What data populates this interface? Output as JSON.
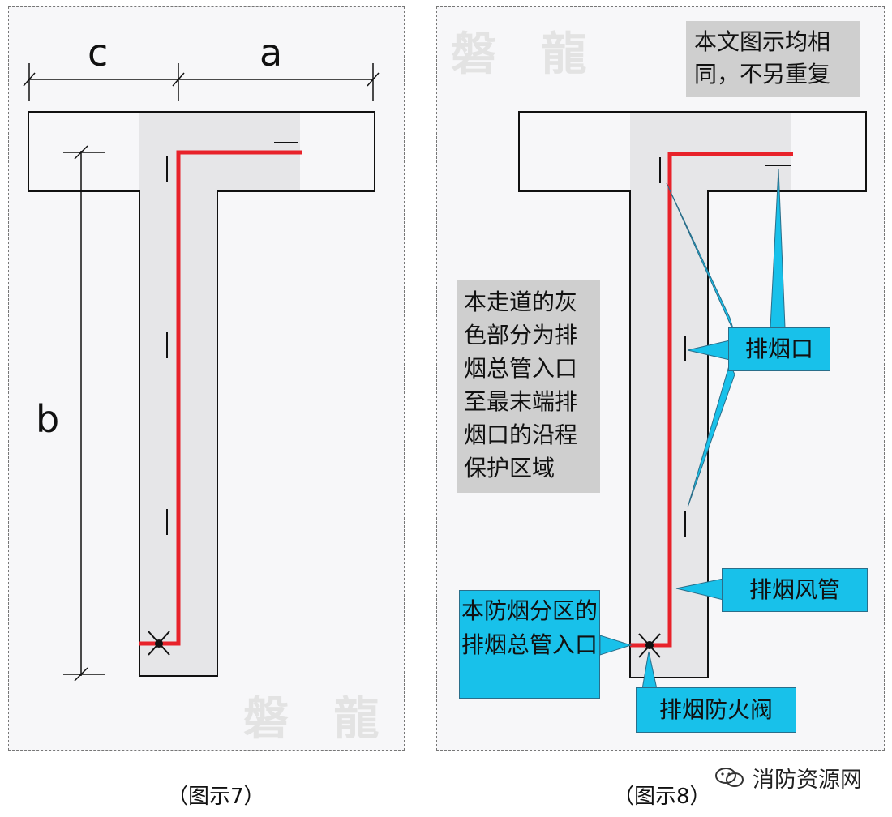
{
  "figure7": {
    "caption": "（图示7）",
    "dim_labels": {
      "c": "c",
      "a": "a",
      "b": "b"
    },
    "watermark": "磐 龍"
  },
  "figure8": {
    "caption": "（图示8）",
    "watermark": "磐 龍",
    "note_same": "本文图示均相同，不另重复",
    "note_grey": "本走道的灰色部分为排烟总管入口至最末端排烟口的沿程保护区域",
    "labels": {
      "outlet": "排烟口",
      "duct": "排烟风管",
      "main_inlet": "本防烟分区的排烟总管入口",
      "damper": "排烟防火阀"
    }
  },
  "brand": "消防资源网",
  "colors": {
    "duct_red": "#e8222a",
    "label_cyan": "#18c1ea",
    "note_gray": "#cfcfcf",
    "corridor_shade": "#e6e6e8"
  }
}
